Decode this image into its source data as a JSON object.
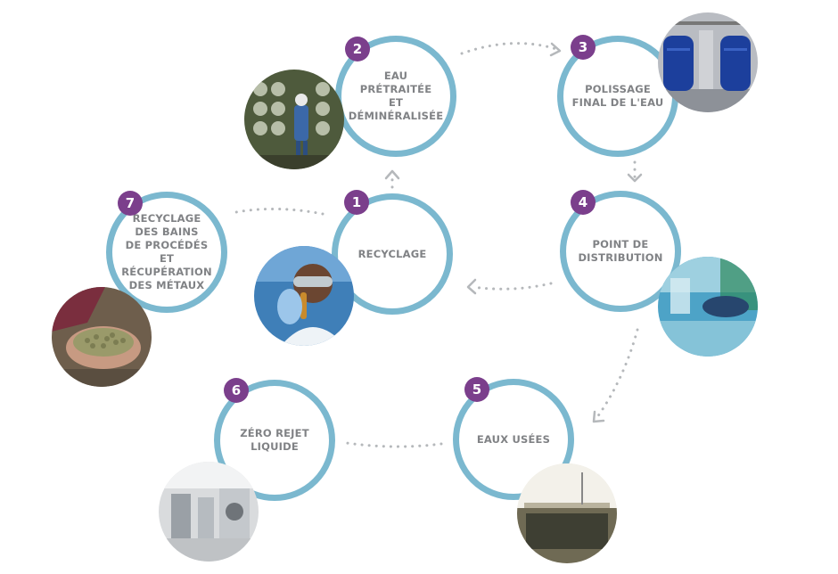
{
  "steps": [
    {
      "number": "1",
      "label": "RECYCLAGE",
      "photo_icon": "scientist-test-tube-icon"
    },
    {
      "number": "2",
      "label": "EAU PRÉTRAITÉE\nET\nDÉMINÉRALISÉE",
      "photo_icon": "membrane-plant-worker-icon"
    },
    {
      "number": "3",
      "label": "POLISSAGE\nFINAL DE L'EAU",
      "photo_icon": "blue-tanks-icon"
    },
    {
      "number": "4",
      "label": "POINT DE\nDISTRIBUTION",
      "photo_icon": "wafer-lab-icon"
    },
    {
      "number": "5",
      "label": "EAUX USÉES",
      "photo_icon": "treatment-basin-icon"
    },
    {
      "number": "6",
      "label": "ZÉRO REJET\nLIQUIDE",
      "photo_icon": "industrial-hall-icon"
    },
    {
      "number": "7",
      "label": "RECYCLAGE\nDES BAINS\nDE PROCÉDÉS ET\nRÉCUPÉRATION\nDES MÉTAUX",
      "photo_icon": "metal-pellets-icon"
    }
  ],
  "colors": {
    "ring": "#7bb8cf",
    "badge": "#7b3f8c",
    "label": "#808285",
    "arrow": "#b5b8bb"
  }
}
